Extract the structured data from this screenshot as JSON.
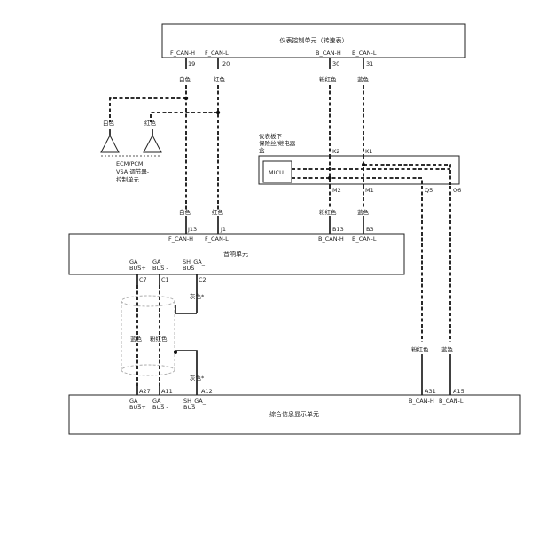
{
  "meter_unit": {
    "title": "仪表控制单元（转速表）",
    "pins": [
      {
        "name": "F_CAN-H",
        "num": "19",
        "color": "白色"
      },
      {
        "name": "F_CAN-L",
        "num": "20",
        "color": "红色"
      },
      {
        "name": "B_CAN-H",
        "num": "30",
        "color": "粉红色"
      },
      {
        "name": "B_CAN-L",
        "num": "31",
        "color": "蓝色"
      }
    ]
  },
  "ecm_branch": {
    "wire_colors": [
      "白色",
      "红色"
    ],
    "label_line1": "ECM/PCM",
    "label_line2": "VSA 调节器-",
    "label_line3": "控制单元"
  },
  "relay_box": {
    "title_line1": "仪表板下",
    "title_line2": "保险丝/继电器",
    "title_line3": "盒",
    "micu": "MICU",
    "pins": {
      "k2": "K2",
      "k1": "K1",
      "m2": "M2",
      "m1": "M1",
      "q5": "Q5",
      "q6": "Q6"
    }
  },
  "audio_unit": {
    "title": "音响单元",
    "upper_pins": [
      {
        "color": "白色",
        "num": "J13",
        "name": "F_CAN-H"
      },
      {
        "color": "红色",
        "num": "J1",
        "name": "F_CAN-L"
      },
      {
        "color": "粉红色",
        "num": "B13",
        "name": "B_CAN-H"
      },
      {
        "color": "蓝色",
        "num": "B3",
        "name": "B_CAN-L"
      }
    ],
    "lower_pins": [
      {
        "name1": "GA_",
        "name2": "BUS+",
        "num": "C7"
      },
      {
        "name1": "GA_",
        "name2": "BUS -",
        "num": "C1"
      },
      {
        "name1": "SH_GA_",
        "name2": "BUS",
        "num": "C2"
      }
    ]
  },
  "ga_bus_wires": {
    "color_left": "蓝色",
    "color_right": "粉红色",
    "shield_color_top": "灰色*",
    "shield_color_bottom": "灰色*"
  },
  "display_unit": {
    "title": "综合信息显示单元",
    "pins_left": [
      {
        "num": "A27",
        "name1": "GA_",
        "name2": "BUS+"
      },
      {
        "num": "A11",
        "name1": "GA_",
        "name2": "BUS -"
      },
      {
        "num": "A12",
        "name1": "SH_GA_",
        "name2": "BUS"
      }
    ],
    "pins_right": [
      {
        "color": "粉红色",
        "num": "A31",
        "name": "B_CAN-H"
      },
      {
        "color": "蓝色",
        "num": "A15",
        "name": "B_CAN-L"
      }
    ]
  }
}
